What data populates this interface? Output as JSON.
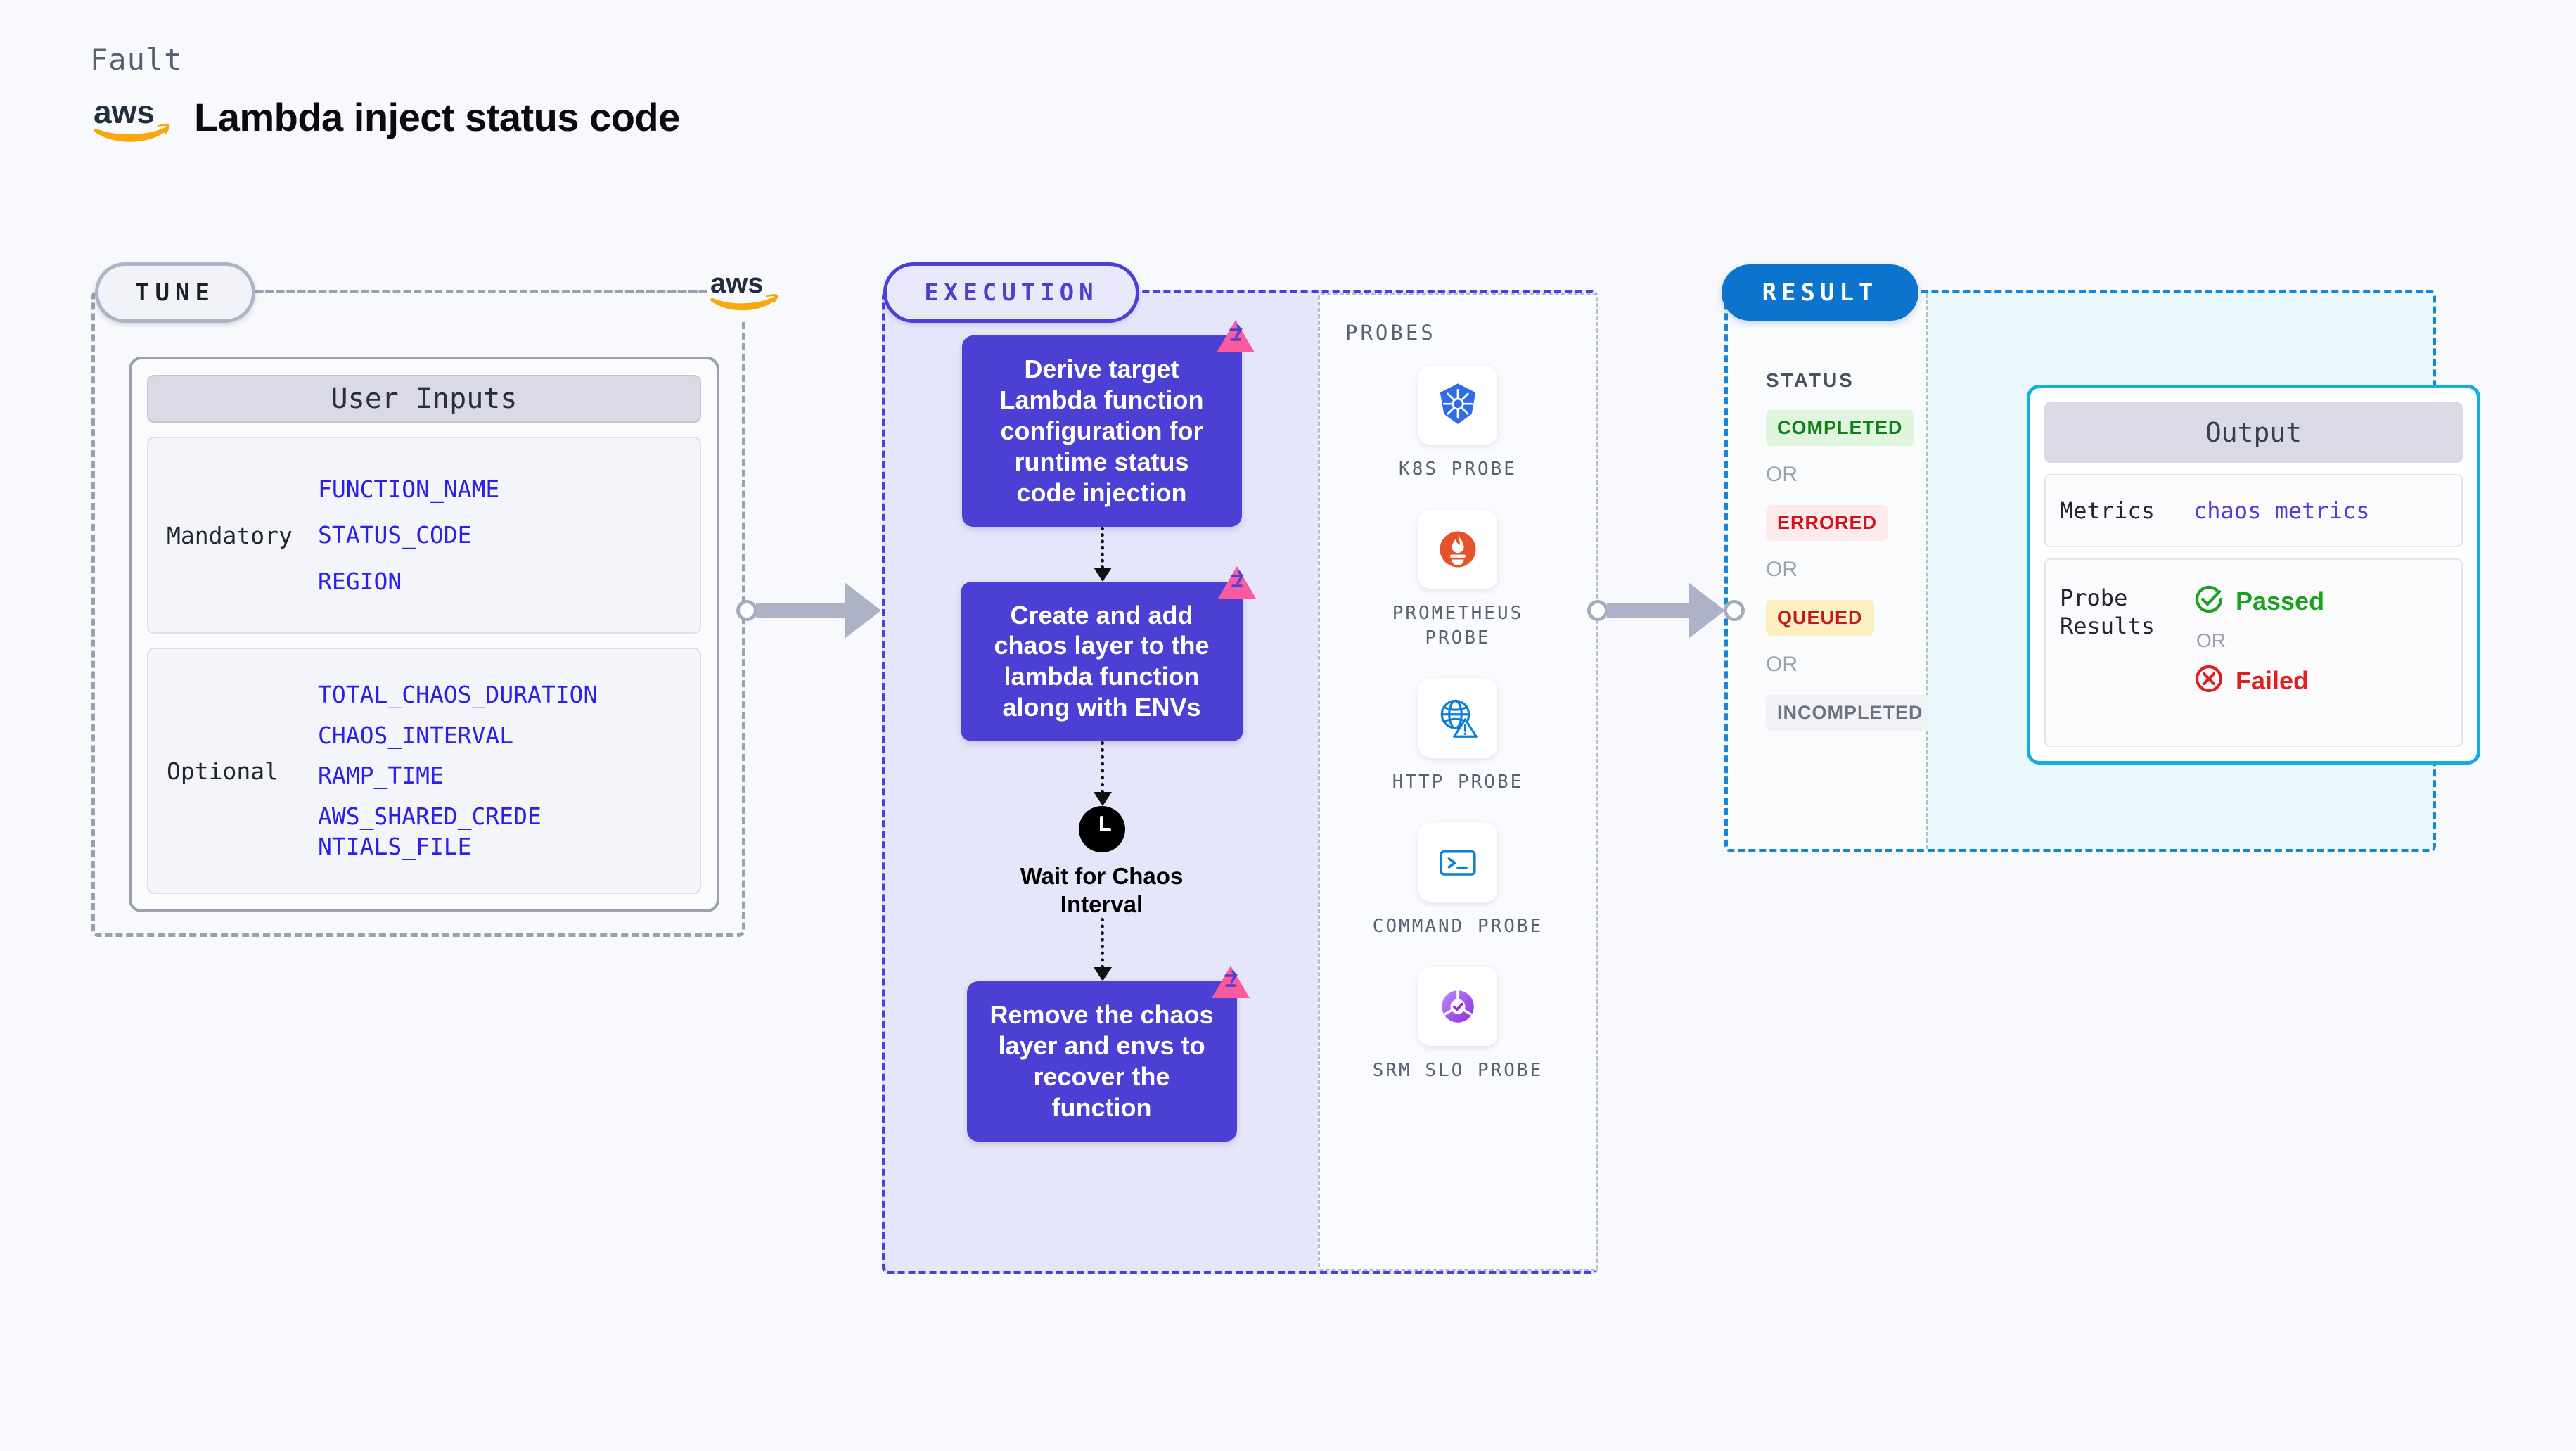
{
  "header": {
    "kind_label": "Fault",
    "brand_icon": "aws-logo",
    "title": "Lambda inject status code"
  },
  "colors": {
    "page_bg": "#f8f9fd",
    "tune_border": "#9aa0b0",
    "execution_accent": "#4b3fd4",
    "execution_bg": "#e6e6fa",
    "result_accent": "#1886d8",
    "output_accent": "#13aee0",
    "param_text": "#2a20e8",
    "litmus_pink": "#f95aa0",
    "aws_orange": "#f7a80d"
  },
  "tune": {
    "badge": "TUNE",
    "brand_icon": "aws-logo",
    "card_title": "User Inputs",
    "groups": [
      {
        "label": "Mandatory",
        "params": [
          "FUNCTION_NAME",
          "STATUS_CODE",
          "REGION"
        ]
      },
      {
        "label": "Optional",
        "params": [
          "TOTAL_CHAOS_DURATION",
          "CHAOS_INTERVAL",
          "RAMP_TIME",
          "AWS_SHARED_CREDENTIALS_FILE"
        ]
      }
    ]
  },
  "execution": {
    "badge": "EXECUTION",
    "steps": [
      {
        "type": "node",
        "text": "Derive target Lambda function configuration for runtime status code injection",
        "badge_icon": "litmus-icon"
      },
      {
        "type": "node",
        "text": "Create and add chaos layer to the lambda function along with ENVs",
        "badge_icon": "litmus-icon"
      },
      {
        "type": "wait",
        "text": "Wait for Chaos Interval",
        "icon": "clock-icon"
      },
      {
        "type": "node",
        "text": "Remove the chaos layer and envs to recover the function",
        "badge_icon": "litmus-icon"
      }
    ]
  },
  "probes": {
    "title": "PROBES",
    "items": [
      {
        "label": "K8S PROBE",
        "icon": "kubernetes-icon"
      },
      {
        "label": "PROMETHEUS PROBE",
        "icon": "prometheus-icon"
      },
      {
        "label": "HTTP PROBE",
        "icon": "http-globe-warning-icon"
      },
      {
        "label": "COMMAND PROBE",
        "icon": "terminal-icon"
      },
      {
        "label": "SRM SLO PROBE",
        "icon": "srm-slo-icon"
      }
    ]
  },
  "result": {
    "badge": "RESULT",
    "status_title": "STATUS",
    "or_label": "OR",
    "statuses": [
      {
        "label": "COMPLETED",
        "bg": "#dff5dd",
        "fg": "#128018"
      },
      {
        "label": "ERRORED",
        "bg": "#fdeaea",
        "fg": "#cf1322"
      },
      {
        "label": "QUEUED",
        "bg": "#fcefc0",
        "fg": "#c01a1a"
      },
      {
        "label": "INCOMPLETED",
        "bg": "#f1f1f6",
        "fg": "#6d7280"
      }
    ],
    "output": {
      "title": "Output",
      "metrics_key": "Metrics",
      "metrics_value": "chaos metrics",
      "probe_key": "Probe Results",
      "passed_label": "Passed",
      "failed_label": "Failed",
      "or_label": "OR",
      "passed_icon": "check-circle-icon",
      "failed_icon": "x-circle-icon",
      "passed_color": "#1aa11f",
      "failed_color": "#e02020"
    }
  }
}
